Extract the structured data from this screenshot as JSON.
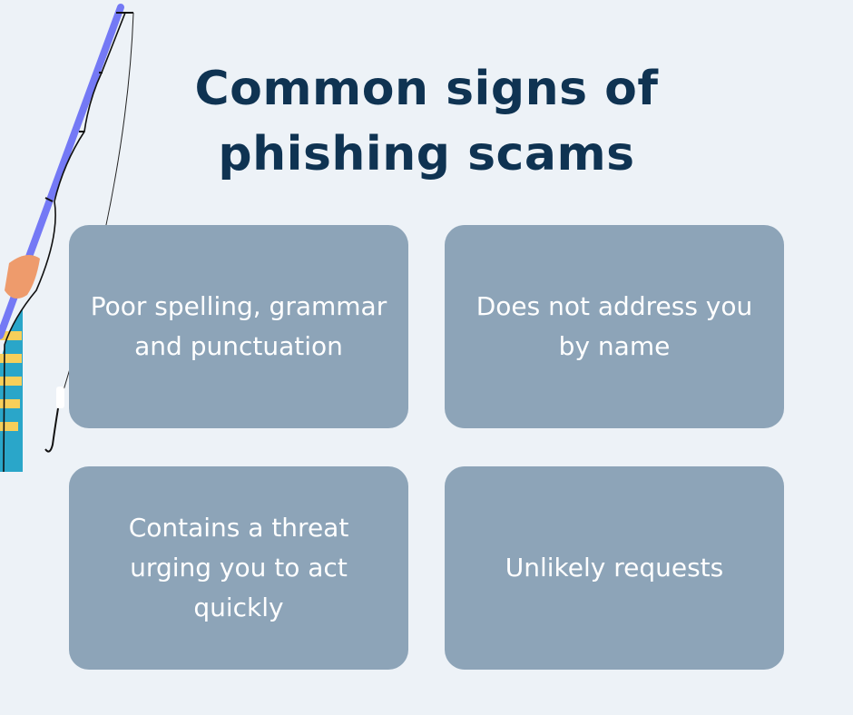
{
  "title": {
    "line1": "Common signs of",
    "line2": "phishing scams"
  },
  "cards": [
    {
      "text": "Poor spelling, grammar and punctuation"
    },
    {
      "text": "Does not address you by name"
    },
    {
      "text": "Contains a threat urging you to act quickly"
    },
    {
      "text": "Unlikely requests"
    }
  ],
  "colors": {
    "background": "#edf2f7",
    "title": "#0f3352",
    "card": "#8da4b8",
    "rod": "#7479f5"
  }
}
